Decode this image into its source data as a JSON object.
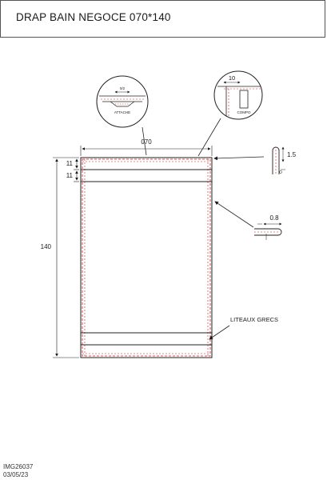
{
  "title": "DRAP BAIN NEGOCE 070*140",
  "dimensions": {
    "width": "070",
    "height": "140",
    "band_top_1": "11",
    "band_top_2": "11",
    "hem_fold": "1.5",
    "side_hem": "0.8",
    "detail_right_top": "10"
  },
  "labels": {
    "attache": "ATTACHE",
    "compo": "COMPO",
    "detail_left_top": "0/2",
    "liteaux": "LITEAUX GRECS"
  },
  "footer": {
    "ref": "IMG26037",
    "date": "03/05/23"
  },
  "colors": {
    "outline": "#222222",
    "stitch_red": "#d81e1e"
  }
}
